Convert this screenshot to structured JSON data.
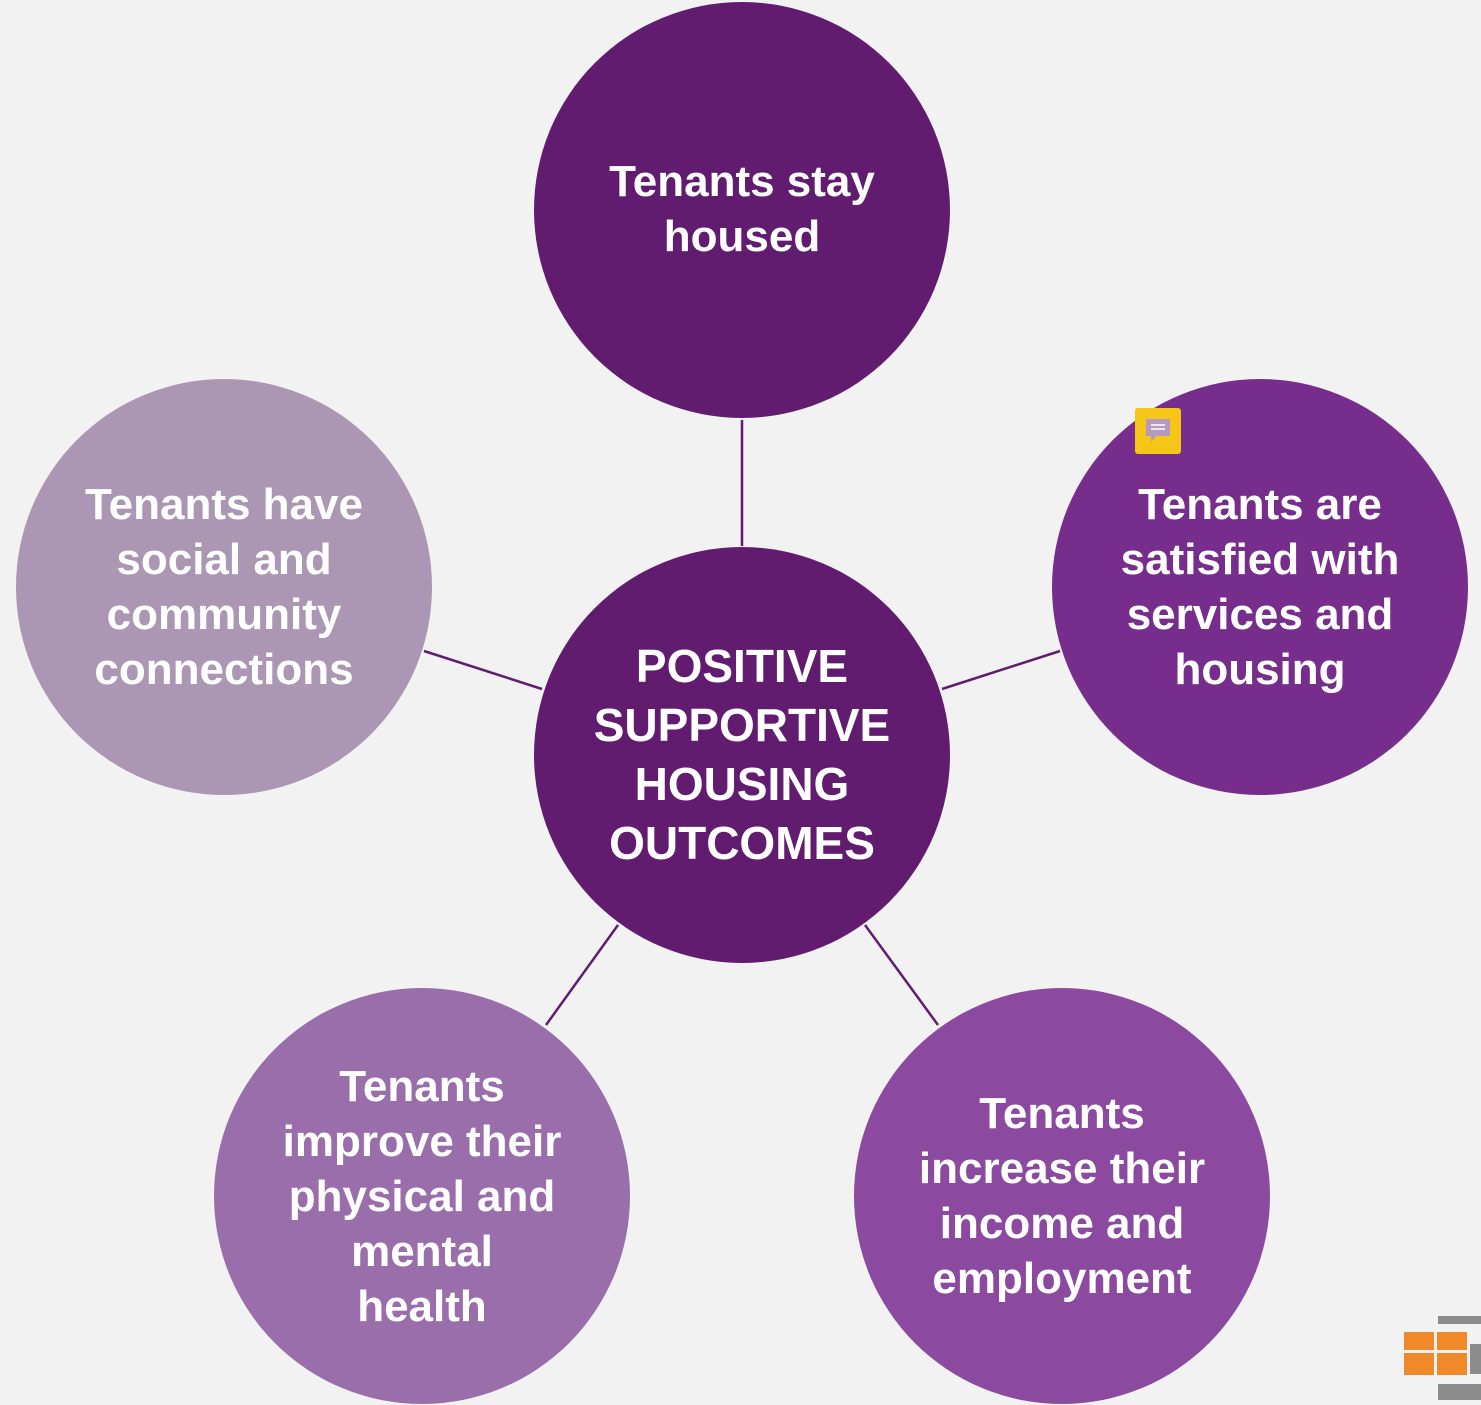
{
  "diagram": {
    "center": {
      "label": "POSITIVE\nSUPPORTIVE\nHOUSING\nOUTCOMES",
      "color": "#611c70"
    },
    "outcomes": [
      {
        "id": "top",
        "label": "Tenants stay\nhoused",
        "color": "#611c70"
      },
      {
        "id": "right",
        "label": "Tenants are\nsatisfied with\nservices and\nhousing",
        "color": "#772d8b"
      },
      {
        "id": "bottom-right",
        "label": "Tenants\nincrease their\nincome and\nemployment",
        "color": "#8b4a9f"
      },
      {
        "id": "bottom-left",
        "label": "Tenants\nimprove their\nphysical and\nmental\nhealth",
        "color": "#9a6dab"
      },
      {
        "id": "left",
        "label": "Tenants have\nsocial and\ncommunity\nconnections",
        "color": "#ab97b3"
      }
    ],
    "connector_color": "#611c70"
  },
  "comment": {
    "icon": "comment-icon",
    "color": "#f5c518"
  },
  "logo": {
    "icon": "grid-logo-icon",
    "color": "#f0892a",
    "accent": "#8c8c8c"
  }
}
